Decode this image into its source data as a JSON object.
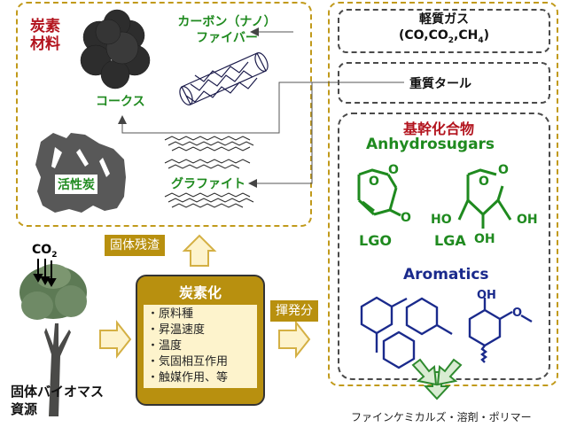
{
  "colors": {
    "gold": "#c19a1b",
    "gold_fill": "#b8900f",
    "cream": "#fdf3cc",
    "red": "#b3141e",
    "green": "#1f8a1f",
    "navy": "#1a2a8c",
    "dark": "#4a4a4a"
  },
  "carbon_materials": {
    "title_line1": "炭素",
    "title_line2": "材料",
    "coke": "コークス",
    "fiber_line1": "カーボン（ナノ）",
    "fiber_line2": "ファイバー",
    "activated_carbon": "活性炭",
    "graphite": "グラファイト"
  },
  "volatiles": {
    "light_gas_line1": "軽質ガス",
    "light_gas_line2_prefix": "(CO,CO",
    "light_gas_sub1": "2",
    "light_gas_mid": ",CH",
    "light_gas_sub2": "4",
    "light_gas_suffix": ")",
    "heavy_tar": "重質タール",
    "platform_title": "基幹化合物",
    "anhydrosugars": "Anhydrosugars",
    "lgo": "LGO",
    "lga": "LGA",
    "ho": "HO",
    "oh": "OH",
    "o": "O",
    "aromatics": "Aromatics",
    "products": "ファインケミカルズ・溶剤・ポリマー"
  },
  "biomass": {
    "co2_prefix": "CO",
    "co2_sub": "2",
    "label_line1": "固体バイオマス",
    "label_line2": "資源"
  },
  "process": {
    "solid_residue": "固体残渣",
    "volatile": "揮発分",
    "title": "炭素化",
    "factors": [
      "・原料種",
      "・昇温速度",
      "・温度",
      "・気固相互作用",
      "・触媒作用、等"
    ]
  }
}
